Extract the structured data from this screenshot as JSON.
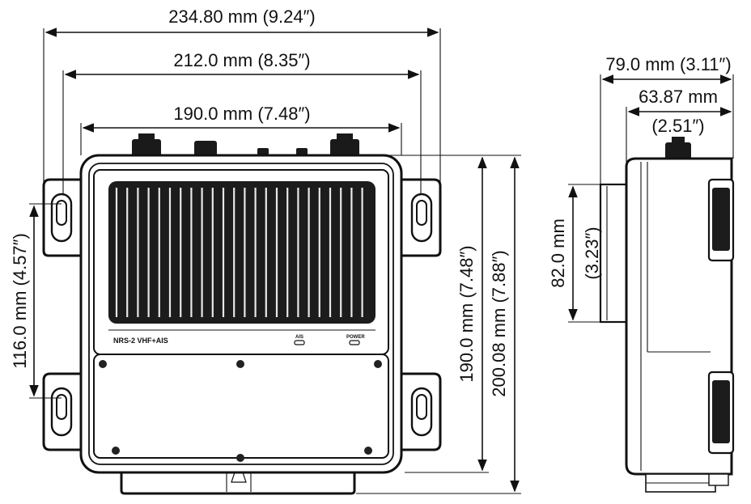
{
  "front_view": {
    "dim_overall_width": "234.80 mm (9.24″)",
    "dim_mount_width": "212.0 mm (8.35″)",
    "dim_body_width": "190.0 mm (7.48″)",
    "dim_mount_height": "116.0 mm (4.57″)",
    "dim_body_height": "190.0 mm (7.48″)",
    "dim_overall_height": "200.08 mm (7.88″)",
    "device_label": "NRS-2 VHF+AIS",
    "indicator_1": "AIS",
    "indicator_2": "POWER"
  },
  "side_view": {
    "dim_overall_depth": "79.0 mm (3.11″)",
    "dim_body_depth_line1": "63.87 mm",
    "dim_body_depth_line2": "(2.51″)",
    "dim_window_height_line1": "82.0 mm",
    "dim_window_height_line2": "(3.23″)"
  }
}
